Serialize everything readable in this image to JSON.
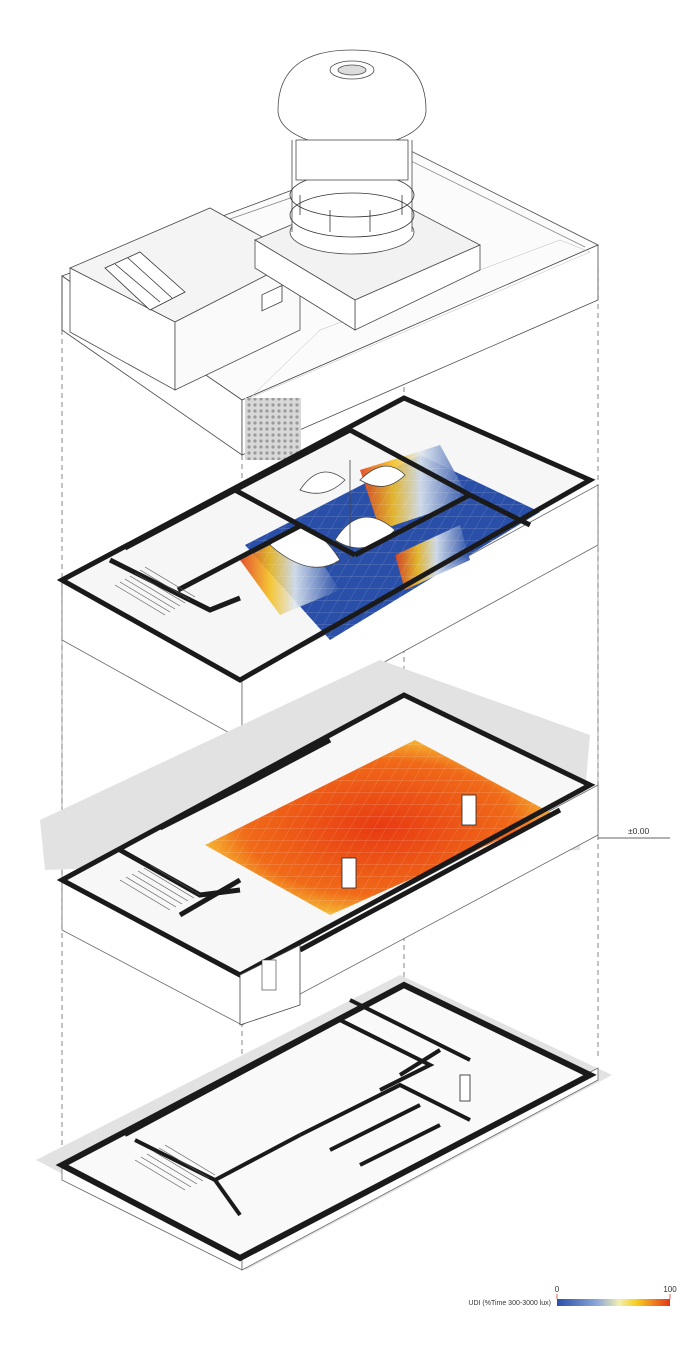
{
  "level_marker": {
    "text": "±0.00"
  },
  "legend": {
    "title": "UDI (%Time 300-3000 lux)",
    "min_label": "0",
    "max_label": "100",
    "gradient_colors": [
      "#2a4fa8",
      "#6f8fd0",
      "#f2efc0",
      "#f5d020",
      "#f08020",
      "#e23818"
    ]
  },
  "colors": {
    "wall": "#1a1a1a",
    "line": "#555555",
    "shadow": "#e2e2e2",
    "udi_low": "#2a4fa8",
    "udi_high": "#e83a12"
  }
}
